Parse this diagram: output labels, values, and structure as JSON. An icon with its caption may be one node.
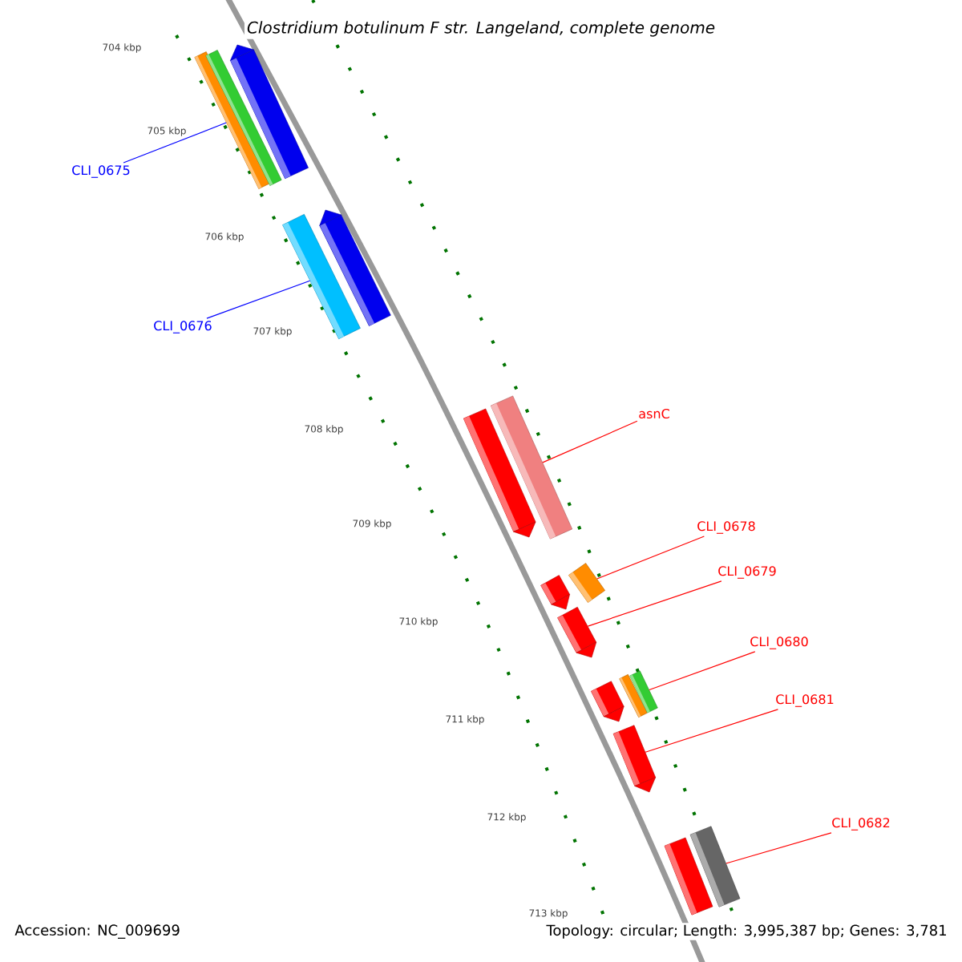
{
  "diagram": {
    "title": "Clostridium botulinum F str. Langeland, complete genome",
    "nodes": [
      {
        "text": [
          "CLI_0675"
        ]
      },
      {
        "text": [
          "CLI_0676"
        ]
      },
      {
        "text": [
          "asnC"
        ]
      },
      {
        "text": [
          "CLI_0678"
        ]
      },
      {
        "text": [
          "CLI_0679"
        ]
      },
      {
        "text": [
          "CLI_0680"
        ]
      },
      {
        "text": [
          "CLI_0681"
        ]
      },
      {
        "text": [
          "CLI_0682"
        ]
      },
      {
        "text": [],
        "shape": "bar"
      },
      {
        "text": [],
        "shape": "bar"
      },
      {
        "text": [],
        "shape": "arrow"
      },
      {
        "text": [],
        "shape": "bar"
      },
      {
        "text": [],
        "shape": "arrow"
      },
      {
        "text": [],
        "shape": "arrow"
      },
      {
        "text": [],
        "shape": "bar"
      },
      {
        "text": [],
        "shape": "arrow"
      },
      {
        "text": [],
        "shape": "bar"
      },
      {
        "text": [],
        "shape": "arrow"
      },
      {
        "text": [],
        "shape": "arrow"
      },
      {
        "text": [],
        "shape": "bar"
      },
      {
        "text": [],
        "shape": "bar"
      },
      {
        "text": [],
        "shape": "arrow"
      },
      {
        "text": [],
        "shape": "bar"
      },
      {
        "text": [],
        "shape": "bar"
      }
    ],
    "edges": [
      {
        "from": 0,
        "to": 8,
        "arrow": "none",
        "color": "#0000ff"
      },
      {
        "from": 1,
        "to": 11,
        "arrow": "none",
        "color": "#0000ff"
      },
      {
        "from": 2,
        "to": 14,
        "arrow": "none"
      },
      {
        "from": 3,
        "to": 16,
        "arrow": "none"
      },
      {
        "from": 4,
        "to": 17,
        "arrow": "none"
      },
      {
        "from": 5,
        "to": 20,
        "arrow": "none"
      },
      {
        "from": 6,
        "to": 21,
        "arrow": "none"
      },
      {
        "from": 7,
        "to": 23,
        "arrow": "none"
      }
    ],
    "labels": [
      "704 kbp",
      "705 kbp",
      "706 kbp",
      "707 kbp",
      "708 kbp",
      "709 kbp",
      "710 kbp",
      "711 kbp",
      "712 kbp",
      "713 kbp",
      "Accession: NC_009699",
      "Topology: circular; Length: 3,995,387 bp; Genes: 3,781"
    ]
  }
}
